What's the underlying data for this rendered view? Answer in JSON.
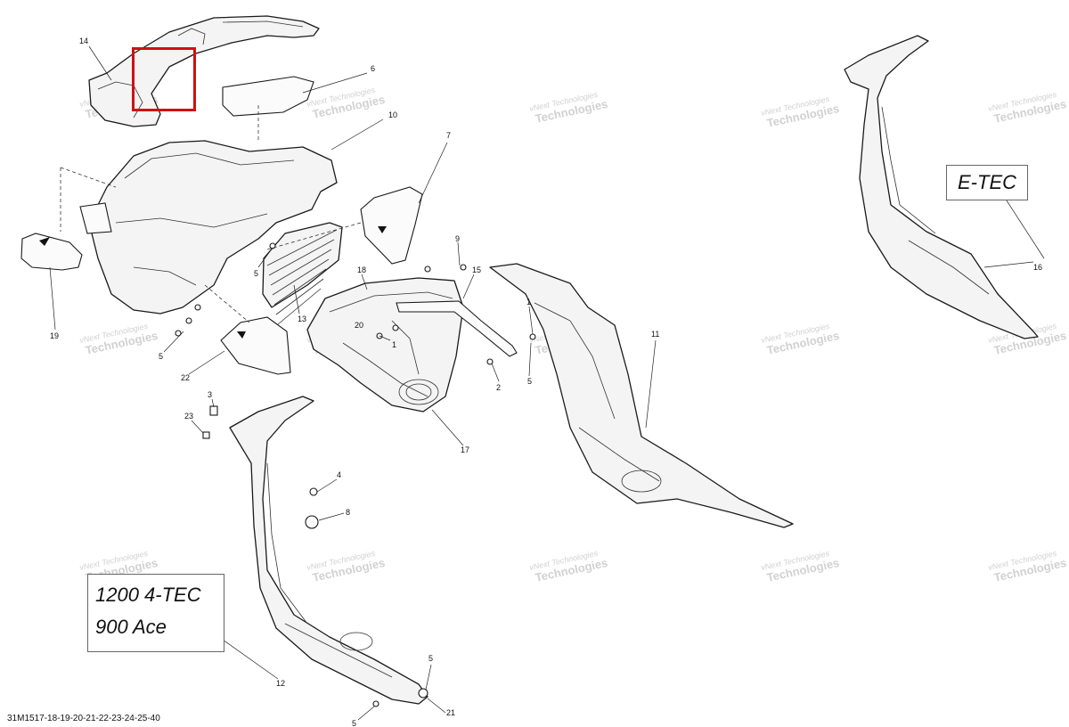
{
  "diagram": {
    "parts": [
      {
        "id": "part-14",
        "label": "14"
      },
      {
        "id": "part-6",
        "label": "6"
      },
      {
        "id": "part-10",
        "label": "10"
      },
      {
        "id": "part-7",
        "label": "7"
      },
      {
        "id": "part-19",
        "label": "19"
      },
      {
        "id": "part-5",
        "label": "5"
      },
      {
        "id": "part-13",
        "label": "13"
      },
      {
        "id": "part-22",
        "label": "22"
      },
      {
        "id": "part-18",
        "label": "18"
      },
      {
        "id": "part-20",
        "label": "20"
      },
      {
        "id": "part-1",
        "label": "1"
      },
      {
        "id": "part-9",
        "label": "9"
      },
      {
        "id": "part-15",
        "label": "15"
      },
      {
        "id": "part-2",
        "label": "2"
      },
      {
        "id": "part-17",
        "label": "17"
      },
      {
        "id": "part-11",
        "label": "11"
      },
      {
        "id": "part-16",
        "label": "16"
      },
      {
        "id": "part-3",
        "label": "3"
      },
      {
        "id": "part-23",
        "label": "23"
      },
      {
        "id": "part-4",
        "label": "4"
      },
      {
        "id": "part-8",
        "label": "8"
      },
      {
        "id": "part-12",
        "label": "12"
      },
      {
        "id": "part-21",
        "label": "21"
      }
    ],
    "variant_etec": "E-TEC",
    "variant_4tec_line1": "1200 4-TEC",
    "variant_4tec_line2": "900 Ace",
    "diagram_code": "31M1517-18-19-20-21-22-23-24-25-40",
    "watermark_line1": "vNext Technologies",
    "watermark_line2": "Technologies",
    "highlight_color": "#d01010"
  }
}
